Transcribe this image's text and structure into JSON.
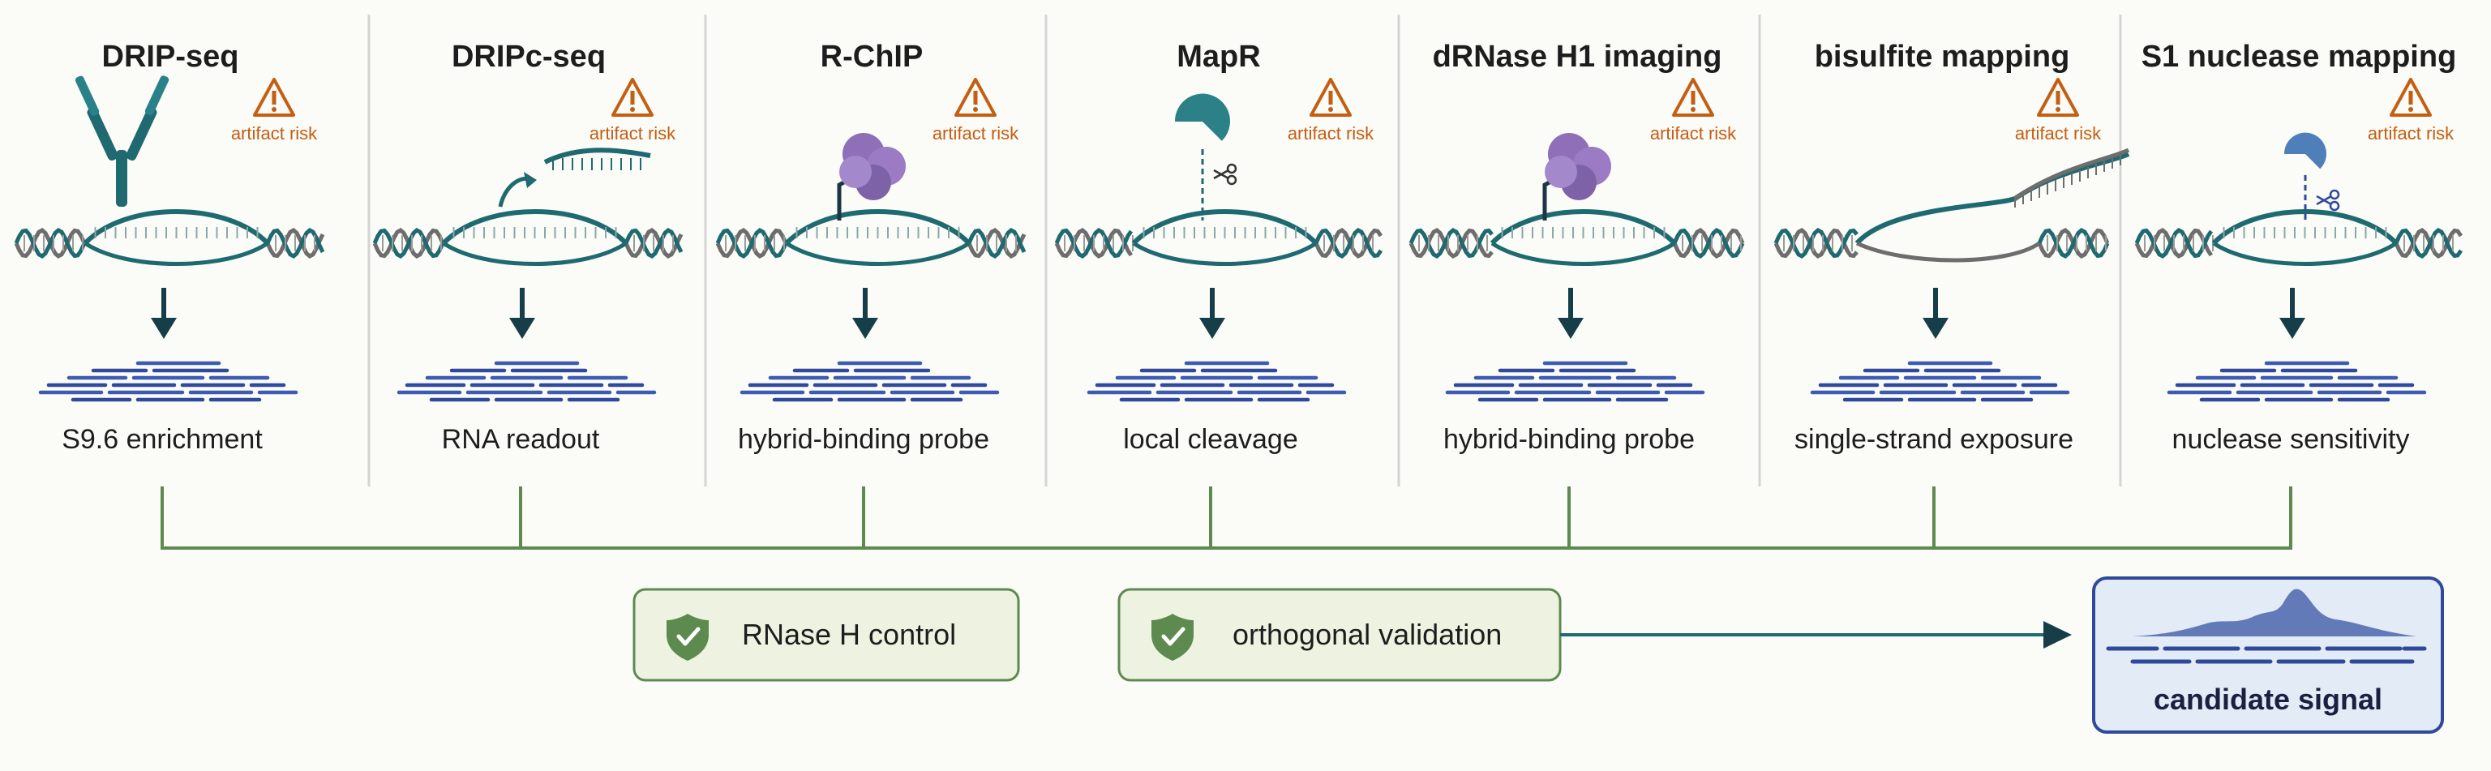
{
  "methods": [
    {
      "title": "DRIP-seq",
      "caption": "S9.6 enrichment",
      "risk": "artifact risk",
      "probe": "antibody"
    },
    {
      "title": "DRIPc-seq",
      "caption": "RNA readout",
      "risk": "artifact risk",
      "probe": "rna"
    },
    {
      "title": "R-ChIP",
      "caption": "hybrid-binding probe",
      "risk": "artifact risk",
      "probe": "hybrid-protein"
    },
    {
      "title": "MapR",
      "caption": "local cleavage",
      "risk": "artifact risk",
      "probe": "nuclease-cleave"
    },
    {
      "title": "dRNase H1 imaging",
      "caption": "hybrid-binding probe",
      "risk": "artifact risk",
      "probe": "hybrid-protein"
    },
    {
      "title": "bisulfite mapping",
      "caption": "single-strand exposure",
      "risk": "artifact risk",
      "probe": "single-strand"
    },
    {
      "title": "S1 nuclease mapping",
      "caption": "nuclease sensitivity",
      "risk": "artifact risk",
      "probe": "nuclease-cleave-small"
    }
  ],
  "controls": {
    "rnase_h": "RNase H control",
    "orthogonal": "orthogonal validation"
  },
  "output": {
    "label": "candidate signal"
  },
  "icons": {
    "warning": "warning-triangle-icon",
    "shield": "shield-check-icon",
    "arrow": "arrow-down-icon",
    "scissors": "scissors-icon",
    "antibody": "antibody-icon"
  },
  "colors": {
    "teal": "#1e6a70",
    "purple": "#8e6fb8",
    "navy": "#2f4a9c",
    "green": "#5d8a4e",
    "box_fill": "#eef3e1",
    "warning": "#c45e12",
    "signal_fill": "#e3ebf6",
    "signal_border": "#2f4a9c"
  }
}
